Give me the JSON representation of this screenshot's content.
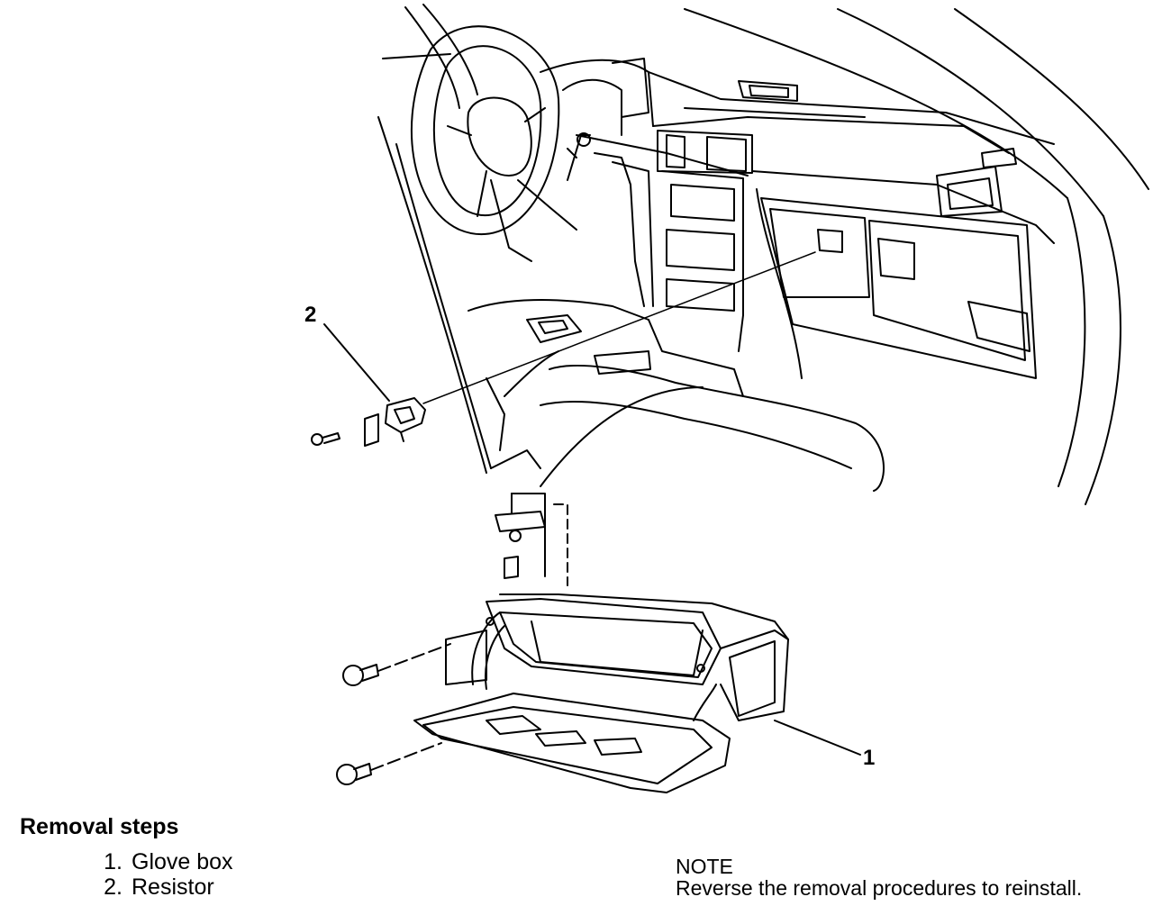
{
  "callouts": {
    "glove_box": "1",
    "resistor": "2"
  },
  "removal": {
    "title": "Removal steps",
    "steps": [
      {
        "num": "1.",
        "label": "Glove box"
      },
      {
        "num": "2.",
        "label": "Resistor"
      }
    ]
  },
  "note": {
    "title": "NOTE",
    "text": "Reverse the removal procedures to reinstall."
  }
}
